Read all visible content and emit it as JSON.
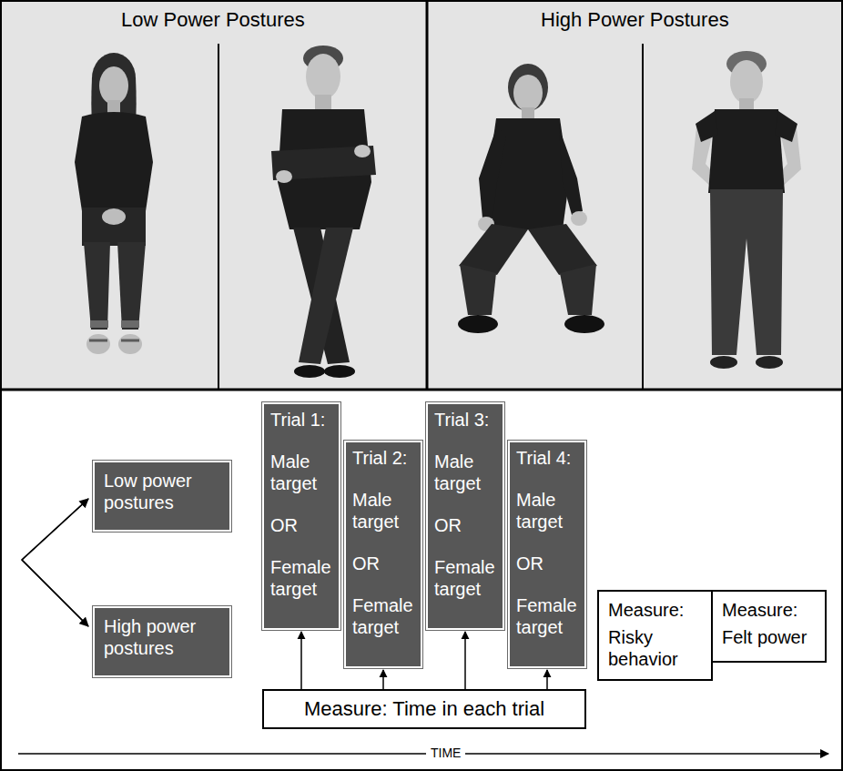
{
  "diagram": {
    "nodes": [
      {
        "text": [
          "Low power postures"
        ]
      },
      {
        "text": [
          "High power postures"
        ]
      },
      {
        "text": [
          "Trial 1:",
          "Male target",
          "OR",
          "Female target"
        ]
      },
      {
        "text": [
          "Trial 2:",
          "Male target",
          "OR",
          "Female target"
        ]
      },
      {
        "text": [
          "Trial 3:",
          "Male target",
          "OR",
          "Female target"
        ]
      },
      {
        "text": [
          "Trial 4:",
          "Male target",
          "OR",
          "Female target"
        ]
      },
      {
        "text": [
          "Measure: Time in each trial"
        ]
      },
      {
        "text": [
          "Measure:",
          "Risky behavior"
        ]
      },
      {
        "text": [
          "Measure:",
          "Felt power"
        ]
      }
    ],
    "edges": [
      {
        "from": 6,
        "to": 2,
        "arrow": "to"
      },
      {
        "from": 6,
        "to": 3,
        "arrow": "to"
      },
      {
        "from": 6,
        "to": 4,
        "arrow": "to"
      },
      {
        "from": 6,
        "to": 5,
        "arrow": "to"
      }
    ],
    "labels": [
      "Low Power Postures",
      "High Power Postures",
      "TIME"
    ]
  }
}
